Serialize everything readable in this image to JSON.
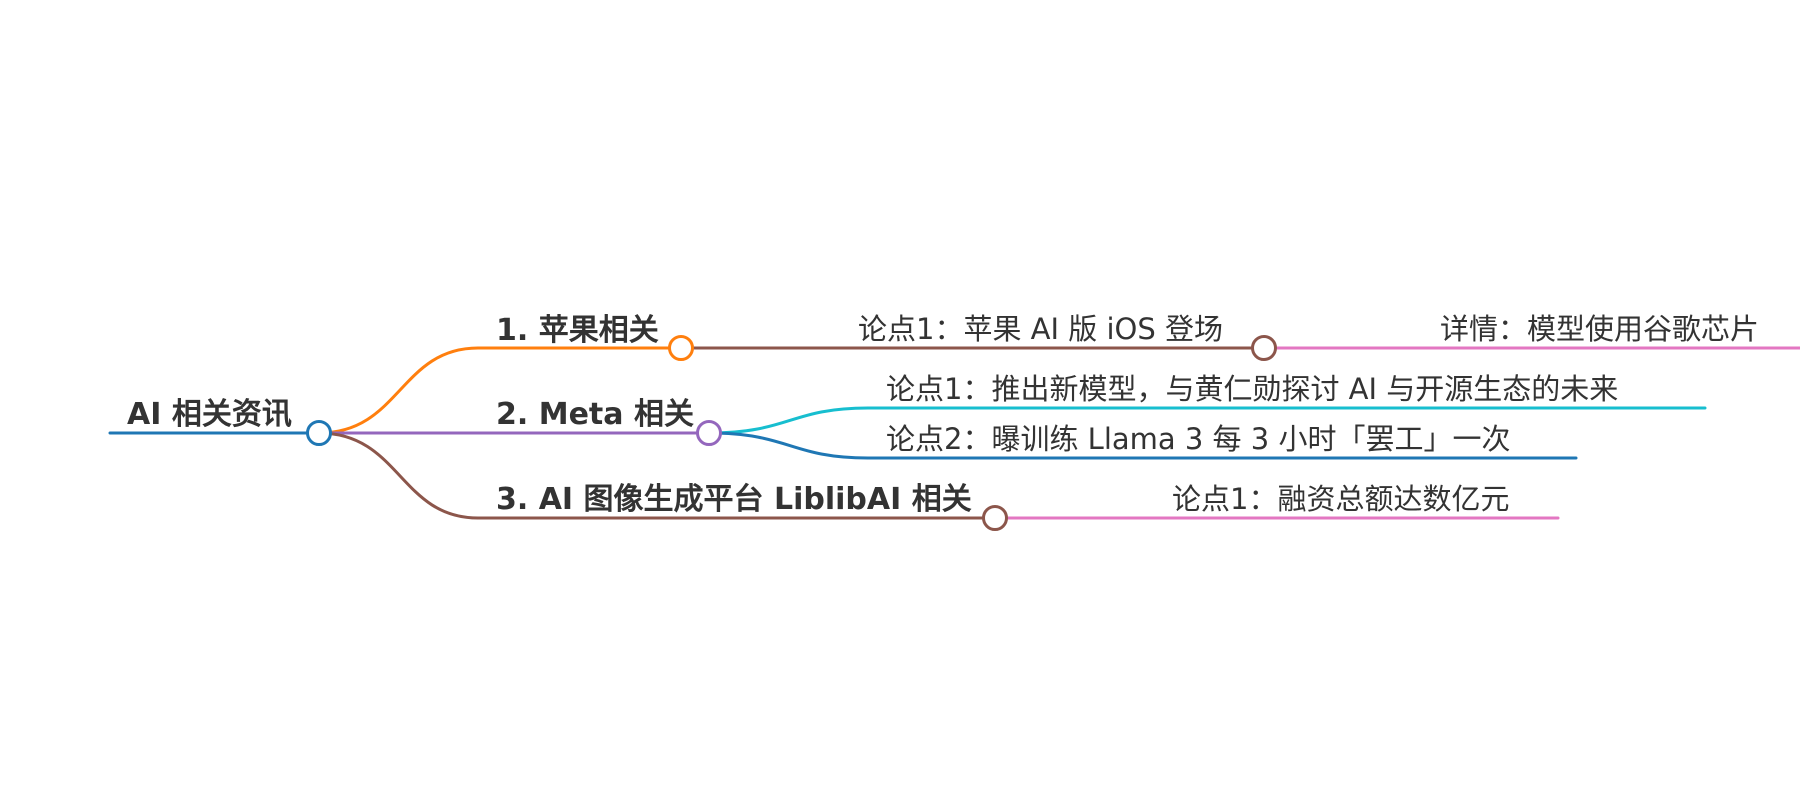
{
  "root": {
    "label": "AI 相关资讯",
    "color": "#1f77b4"
  },
  "topics": [
    {
      "label": "1. 苹果相关",
      "color": "#ff7f0e",
      "children": [
        {
          "label": "论点1：苹果 AI 版 iOS 登场",
          "color": "#8c564b",
          "children": [
            {
              "label": "详情：模型使用谷歌芯片",
              "color": "#e377c2"
            }
          ]
        }
      ]
    },
    {
      "label": "2. Meta 相关",
      "color": "#9467bd",
      "children": [
        {
          "label": "论点1：推出新模型，与黄仁勋探讨 AI 与开源生态的未来",
          "color": "#17becf"
        },
        {
          "label": "论点2：曝训练 Llama 3 每 3 小时「罢工」一次",
          "color": "#1f77b4"
        }
      ]
    },
    {
      "label": "3. AI 图像生成平台 LiblibAI 相关",
      "color": "#8c564b",
      "children": [
        {
          "label": "论点1：融资总额达数亿元",
          "color": "#e377c2"
        }
      ]
    }
  ]
}
